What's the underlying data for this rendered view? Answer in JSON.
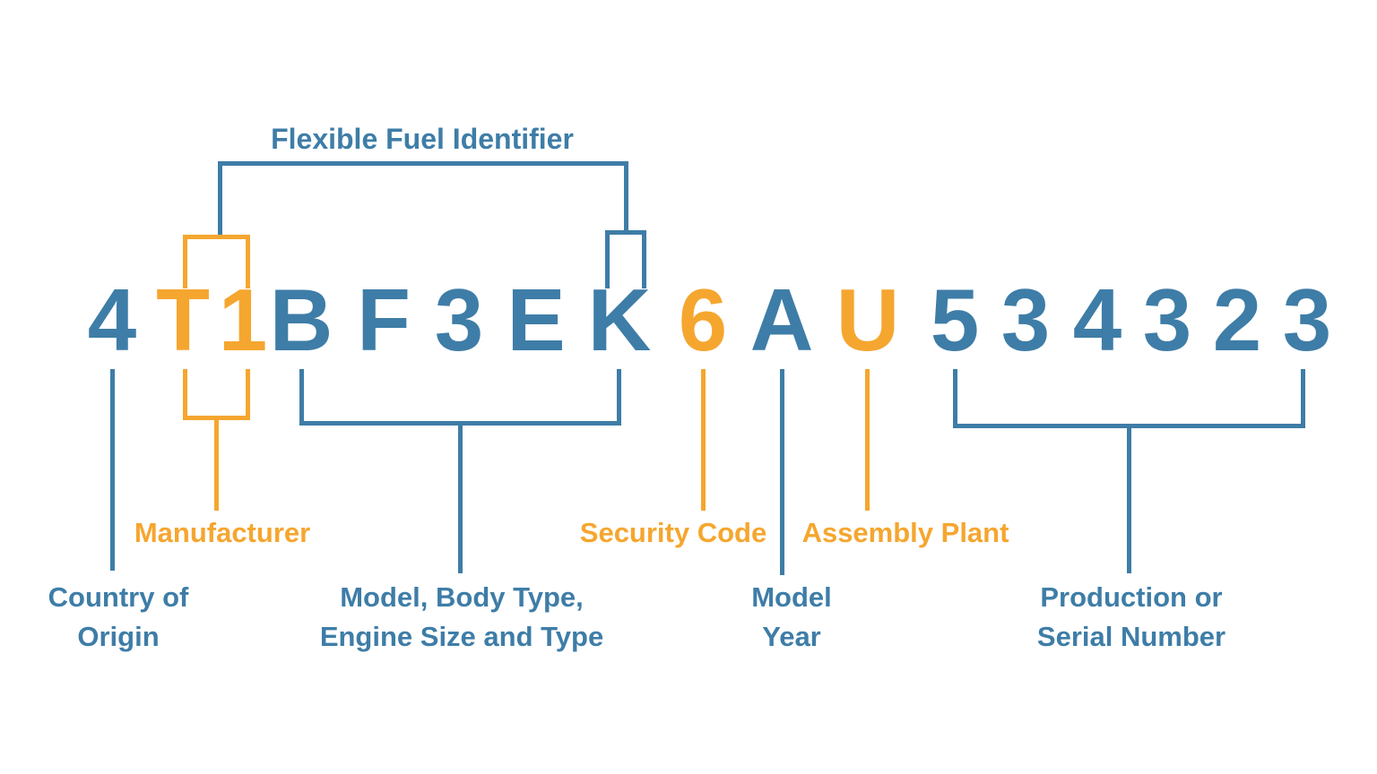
{
  "title": "Flexible Fuel Identifier",
  "vin": {
    "value": "4T1BF3EK6AU534323",
    "characters": [
      {
        "char": "4",
        "color": "blue"
      },
      {
        "char": "T",
        "color": "orange"
      },
      {
        "char": "1",
        "color": "orange"
      },
      {
        "char": "B",
        "color": "blue"
      },
      {
        "char": "F",
        "color": "blue"
      },
      {
        "char": "3",
        "color": "blue"
      },
      {
        "char": "E",
        "color": "blue"
      },
      {
        "char": "K",
        "color": "blue"
      },
      {
        "char": "6",
        "color": "orange"
      },
      {
        "char": "A",
        "color": "blue"
      },
      {
        "char": "U",
        "color": "orange"
      },
      {
        "char": "5",
        "color": "blue"
      },
      {
        "char": "3",
        "color": "blue"
      },
      {
        "char": "4",
        "color": "blue"
      },
      {
        "char": "3",
        "color": "blue"
      },
      {
        "char": "2",
        "color": "blue"
      },
      {
        "char": "3",
        "color": "blue"
      }
    ]
  },
  "labels": {
    "manufacturer": "Manufacturer",
    "security_code": "Security Code",
    "assembly_plant": "Assembly Plant",
    "country_of_origin": [
      "Country of",
      "Origin"
    ],
    "model_body_engine": [
      "Model, Body Type,",
      "Engine Size and Type"
    ],
    "model_year": [
      "Model",
      "Year"
    ],
    "production_serial": [
      "Production or",
      "Serial Number"
    ]
  },
  "colors": {
    "blue": "#3E7DA7",
    "orange": "#F5A62F",
    "background": "#FFFFFF"
  }
}
